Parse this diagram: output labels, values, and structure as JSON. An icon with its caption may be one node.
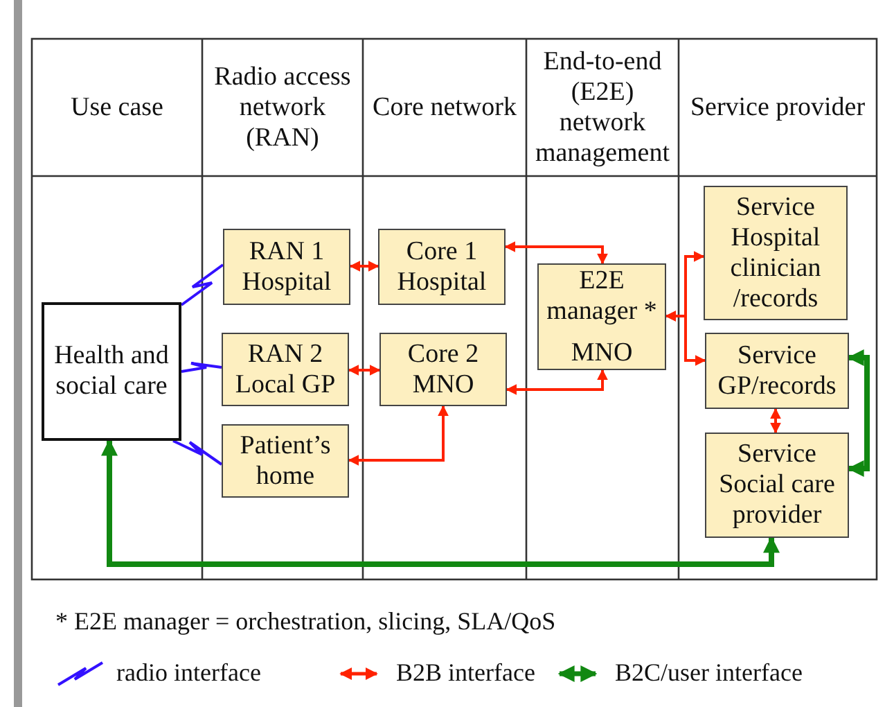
{
  "diagram": {
    "nodes": [
      {
        "text": [
          "Health and social care"
        ]
      },
      {
        "text": [
          "RAN 1 Hospital"
        ]
      },
      {
        "text": [
          "RAN 2 Local GP"
        ]
      },
      {
        "text": [
          "Patient’s home"
        ]
      },
      {
        "text": [
          "Core 1 Hospital"
        ]
      },
      {
        "text": [
          "Core 2 MNO"
        ]
      },
      {
        "text": [
          "E2E manager *",
          "MNO"
        ]
      },
      {
        "text": [
          "Service",
          "Hospital clinician /records"
        ]
      },
      {
        "text": [
          "Service",
          "GP/records"
        ]
      },
      {
        "text": [
          "Service",
          "Social care provider"
        ]
      }
    ],
    "edges": [
      {
        "from": 0,
        "to": 1,
        "arrow": "none",
        "color": "#3311ff"
      },
      {
        "from": 0,
        "to": 2,
        "arrow": "none",
        "color": "#3311ff"
      },
      {
        "from": 0,
        "to": 3,
        "arrow": "none",
        "color": "#3311ff"
      },
      {
        "from": 1,
        "to": 4,
        "arrow": "both"
      },
      {
        "from": 2,
        "to": 5,
        "arrow": "both"
      },
      {
        "from": 5,
        "to": 3,
        "arrow": "both"
      },
      {
        "from": 4,
        "to": 6,
        "arrow": "both"
      },
      {
        "from": 5,
        "to": 6,
        "arrow": "both"
      },
      {
        "from": 6,
        "to": 7,
        "arrow": "both"
      },
      {
        "from": 6,
        "to": 8,
        "arrow": "both"
      },
      {
        "from": 8,
        "to": 9,
        "arrow": "both"
      },
      {
        "from": 0,
        "to": 9,
        "arrow": "both",
        "style": "thick",
        "color": "#118811"
      },
      {
        "from": 8,
        "to": 9,
        "arrow": "both",
        "style": "thick",
        "color": "#118811"
      }
    ],
    "labels": [
      "Use case",
      "Radio access network (RAN)",
      "Core network",
      "End-to-end (E2E) network management",
      "Service provider",
      "* E2E manager = orchestration, slicing, SLA/QoS"
    ],
    "legend": [
      {
        "text": "radio interface"
      },
      {
        "text": "B2B interface"
      },
      {
        "text": "B2C/user interface"
      }
    ]
  }
}
